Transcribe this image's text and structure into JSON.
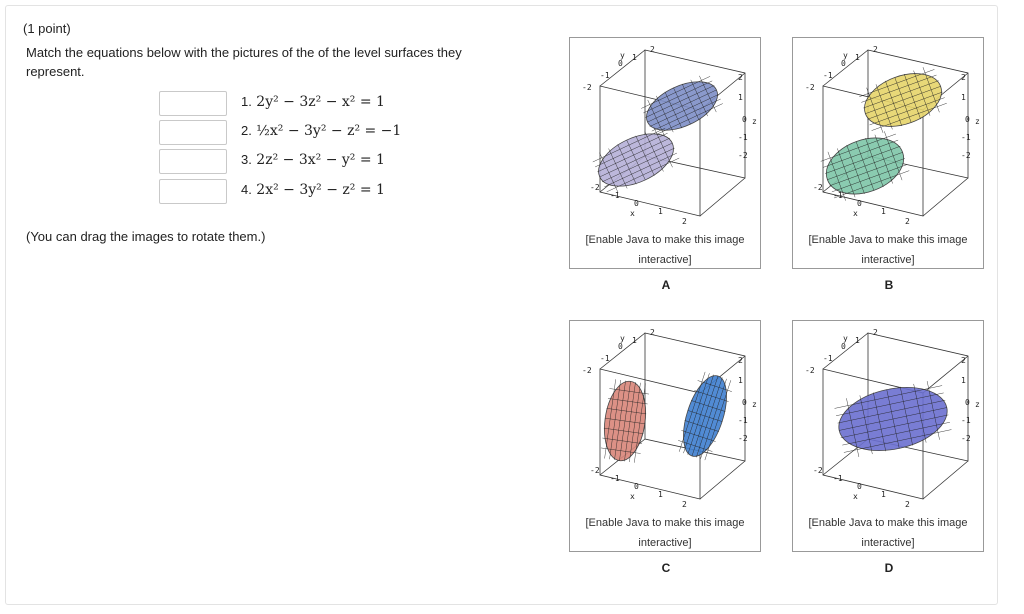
{
  "problem": {
    "points": "(1 point)",
    "instructions": "Match the equations below with the pictures of the of the level surfaces they represent.",
    "drag_note": "(You can drag the images to rotate them.)"
  },
  "equations": [
    {
      "num": "1.",
      "value": "",
      "text": "2y² − 3z² − x² = 1"
    },
    {
      "num": "2.",
      "value": "",
      "text": "½x² − 3y² − z² = −1"
    },
    {
      "num": "3.",
      "value": "",
      "text": "2z² − 3x² − y² = 1"
    },
    {
      "num": "4.",
      "value": "",
      "text": "2x² − 3y² − z² = 1"
    }
  ],
  "images": [
    {
      "letter": "A",
      "caption": "[Enable Java to make this image interactive]",
      "colors": [
        "#7e8fc7",
        "#b5b0d8",
        "#6aa0c0"
      ]
    },
    {
      "letter": "B",
      "caption": "[Enable Java to make this image interactive]",
      "colors": [
        "#e6d46a",
        "#7ec6a8",
        "#b98ec9"
      ]
    },
    {
      "letter": "C",
      "caption": "[Enable Java to make this image interactive]",
      "colors": [
        "#d9867a",
        "#3f7fd0",
        "#c9a064"
      ]
    },
    {
      "letter": "D",
      "caption": "[Enable Java to make this image interactive]",
      "colors": [
        "#6b6fd0",
        "#d4c25a",
        "#c07ab8"
      ]
    }
  ],
  "axis_ticks": {
    "top": "2",
    "y": "y",
    "one": "1",
    "zero": "0",
    "neg1": "-1",
    "neg2": "-2",
    "z": "z",
    "x": "x"
  }
}
